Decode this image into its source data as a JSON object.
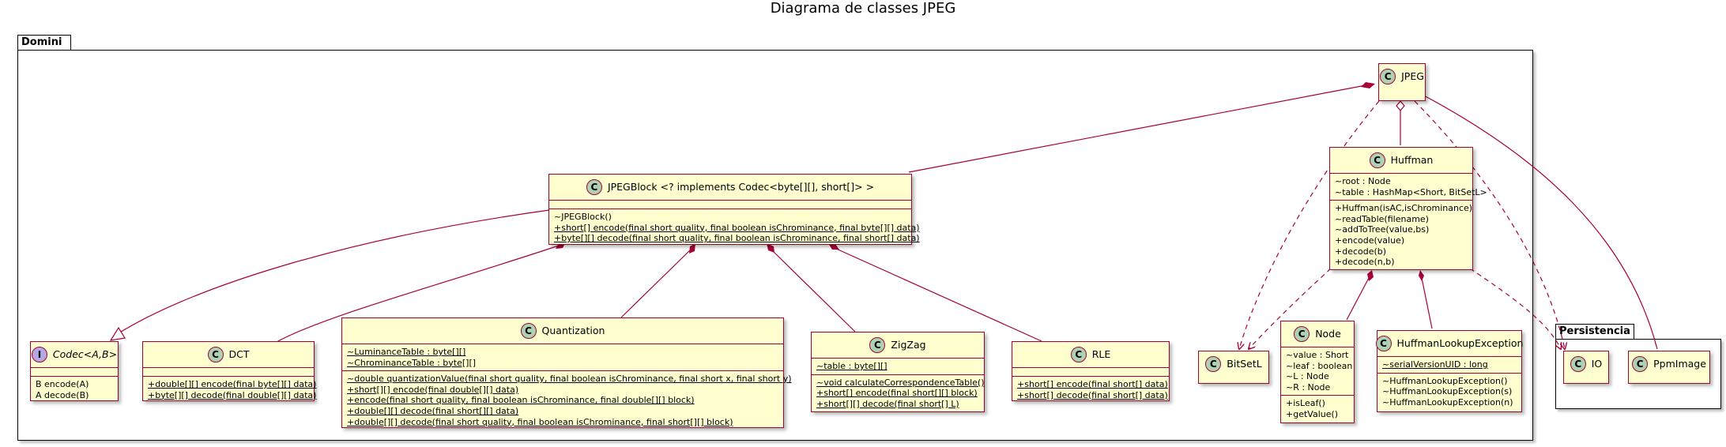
{
  "title": "Diagrama de classes JPEG",
  "packages": {
    "domini": "Domini",
    "persistencia": "Persistencia"
  },
  "colors": {
    "class_fill": "#fefece",
    "class_border": "#a80036",
    "class_badge": "#add1b2",
    "interface_badge": "#b4a7e5",
    "edge": "#a80036"
  },
  "classes": {
    "jpeg": {
      "name": "JPEG",
      "badge": "C"
    },
    "jpegblock": {
      "name": "JPEGBlock <? implements Codec<byte[][], short[]> >",
      "badge": "C",
      "methods": [
        "~JPEGBlock()",
        "+short[] encode(final short quality, final boolean isChrominance, final byte[][] data)",
        "+byte[][] decode(final short quality, final boolean isChrominance, final short[] data)"
      ]
    },
    "huffman": {
      "name": "Huffman",
      "badge": "C",
      "fields": [
        "~root : Node",
        "~table : HashMap<Short, BitSetL>"
      ],
      "methods": [
        "+Huffman(isAC,isChrominance)",
        "~readTable(filename)",
        "~addToTree(value,bs)",
        "+encode(value)",
        "+decode(b)",
        "+decode(n,b)"
      ]
    },
    "codec": {
      "name": "Codec<A,B>",
      "badge": "I",
      "methods": [
        "B encode(A)",
        "A decode(B)"
      ]
    },
    "dct": {
      "name": "DCT",
      "badge": "C",
      "methods": [
        "+double[][] encode(final byte[][] data)",
        "+byte[][] decode(final double[][] data)"
      ]
    },
    "quantization": {
      "name": "Quantization",
      "badge": "C",
      "fields": [
        "~LuminanceTable : byte[][]",
        "~ChrominanceTable : byte[][]"
      ],
      "methods": [
        "~double quantizationValue(final short quality, final boolean isChrominance, final short x, final short y)",
        "+short[][] encode(final double[][] data)",
        "+encode(final short quality, final boolean isChrominance, final double[][] block)",
        "+double[][] decode(final short[][] data)",
        "+double[][] decode(final short quality, final boolean isChrominance, final short[][] block)"
      ]
    },
    "zigzag": {
      "name": "ZigZag",
      "badge": "C",
      "fields": [
        "~table : byte[][]"
      ],
      "methods": [
        "~void calculateCorrespondenceTable()",
        "+short[] encode(final short[][] block)",
        "+short[][] decode(final short[] L)"
      ]
    },
    "rle": {
      "name": "RLE",
      "badge": "C",
      "methods": [
        "+short[] encode(final short[] data)",
        "+short[] decode(final short[] data)"
      ]
    },
    "bitsetl": {
      "name": "BitSetL",
      "badge": "C"
    },
    "node": {
      "name": "Node",
      "badge": "C",
      "fields": [
        "~value : Short",
        "~leaf : boolean",
        "~L : Node",
        "~R : Node"
      ],
      "methods": [
        "+isLeaf()",
        "+getValue()"
      ]
    },
    "huffex": {
      "name": "HuffmanLookupException",
      "badge": "C",
      "fields": [
        "~serialVersionUID : long"
      ],
      "methods": [
        "~HuffmanLookupException()",
        "~HuffmanLookupException(s)",
        "~HuffmanLookupException(n)"
      ]
    },
    "io": {
      "name": "IO",
      "badge": "C"
    },
    "ppm": {
      "name": "PpmImage",
      "badge": "C"
    }
  }
}
